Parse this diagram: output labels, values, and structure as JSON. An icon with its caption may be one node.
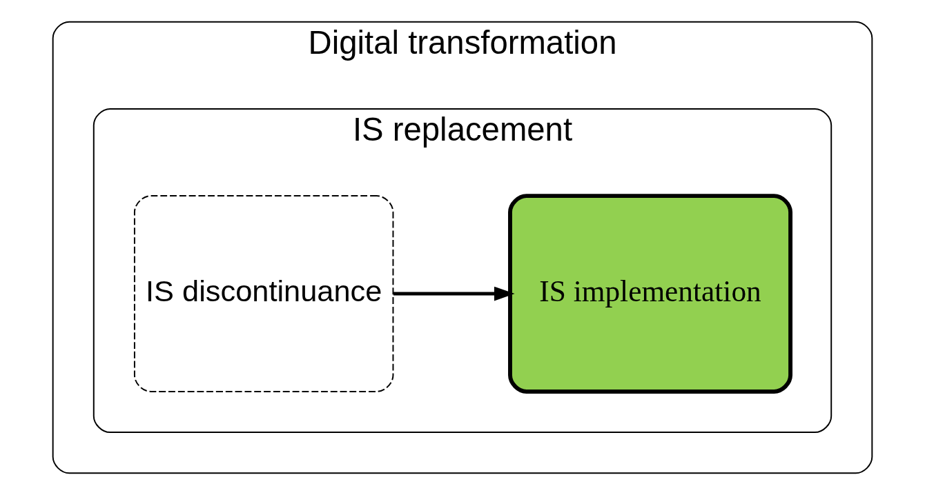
{
  "diagram": {
    "nodes": [
      {
        "text": [
          "Digital transformation"
        ]
      },
      {
        "text": [
          "IS replacement"
        ],
        "in": 0
      },
      {
        "text": [
          "IS discontinuance"
        ],
        "in": 1
      },
      {
        "text": [
          "IS implementation"
        ],
        "in": 1
      }
    ],
    "edges": [
      {
        "from": 2,
        "to": 3,
        "arrow": "to"
      }
    ]
  }
}
